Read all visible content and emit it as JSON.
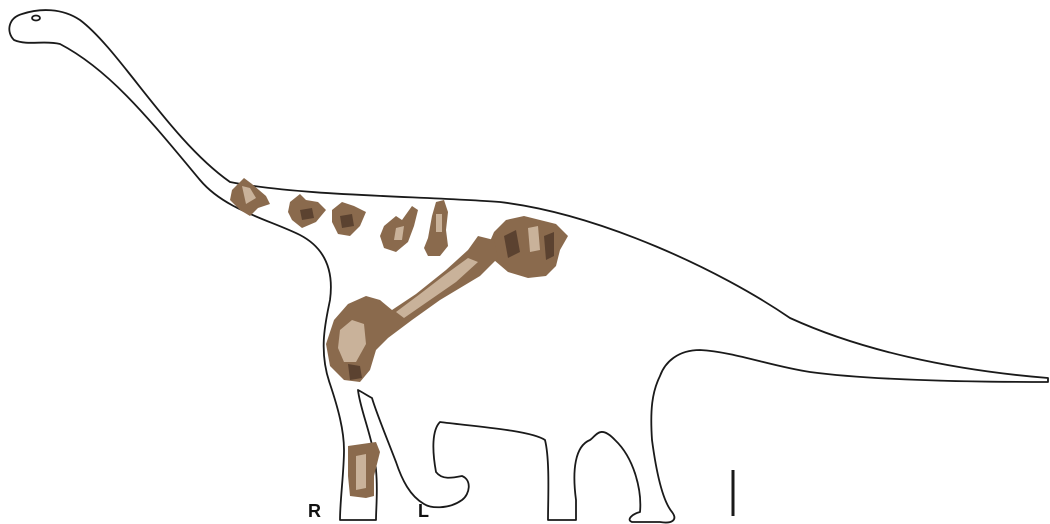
{
  "labels": {
    "right_limb": "R",
    "left_limb": "L"
  },
  "colors": {
    "outline": "#1a1a1a",
    "bone_mid": "#8a6a4d",
    "bone_light": "#c9b29a",
    "bone_dark": "#5b4230"
  },
  "icons": {
    "scale_bar": "vertical-line"
  }
}
